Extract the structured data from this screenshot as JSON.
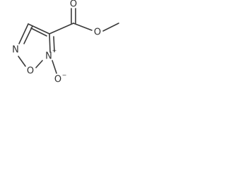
{
  "molecule": {
    "atoms": {
      "carbonyl_oxygen": "O",
      "ester_oxygen": "O",
      "ring_nitrogen_left": "N",
      "ring_oxygen": "O",
      "ring_nitrogen_right": "N",
      "ring_nitrogen_right_charge": "+",
      "n_oxide_oxygen": "O",
      "n_oxide_oxygen_charge": "−"
    }
  }
}
